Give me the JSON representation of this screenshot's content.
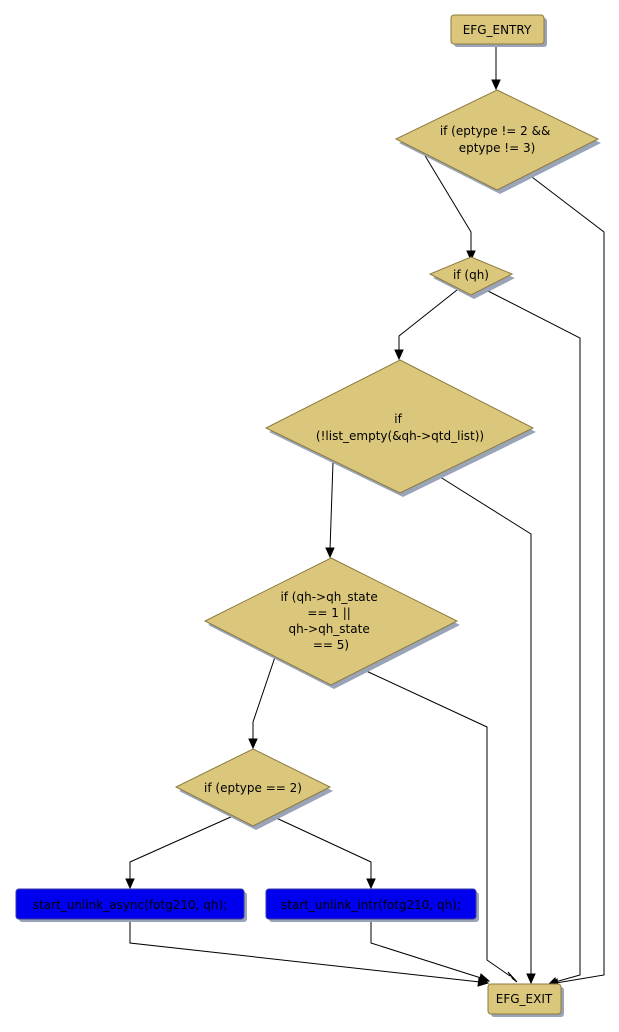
{
  "colors": {
    "decision_fill": "#dbc77b",
    "decision_stroke": "#8b7a3e",
    "action_fill": "#0000ee",
    "action_stroke": "#3a3aa0",
    "shadow": "#9aa4b8",
    "edge": "#000000"
  },
  "nodes": {
    "entry": {
      "label": "EFG_ENTRY"
    },
    "cond_eptype": {
      "lines": [
        "if (eptype != 2 &&",
        "eptype != 3)"
      ]
    },
    "cond_qh": {
      "lines": [
        "if (qh)"
      ]
    },
    "cond_list": {
      "lines": [
        "if",
        "(!list_empty(&qh->qtd_list))"
      ]
    },
    "cond_state": {
      "lines": [
        "if (qh->qh_state",
        "== 1 ||",
        "qh->qh_state",
        "== 5)"
      ]
    },
    "cond_eptype2": {
      "lines": [
        "if (eptype == 2)"
      ]
    },
    "action_async": {
      "label": "start_unlink_async(fotg210, qh);"
    },
    "action_intr": {
      "label": "start_unlink_intr(fotg210, qh);"
    },
    "exit": {
      "label": "EFG_EXIT"
    }
  }
}
